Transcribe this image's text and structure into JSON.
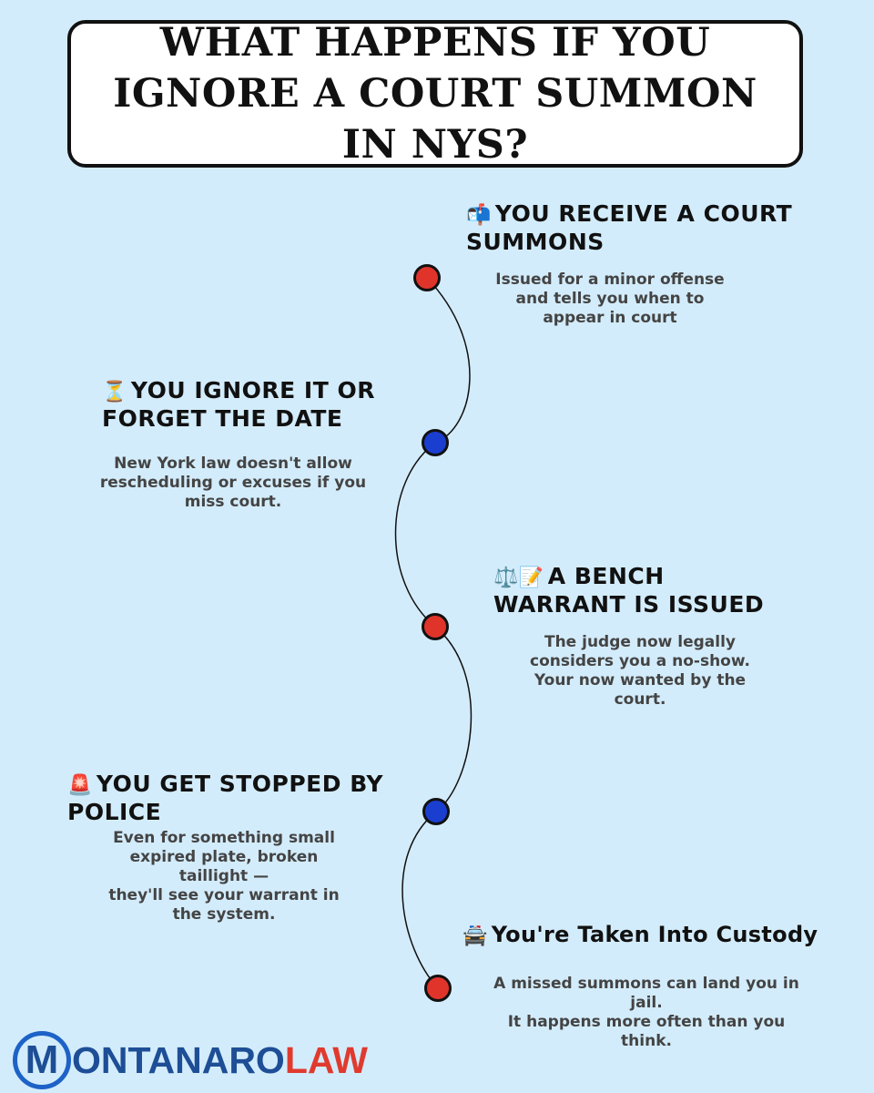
{
  "title": "WHAT HAPPENS IF YOU IGNORE A COURT SUMMON IN NYS?",
  "steps": [
    {
      "icon": "📬",
      "icon_name": "mailbox-icon",
      "heading": "YOU RECEIVE A COURT SUMMONS",
      "description": "Issued for a minor offense\nand tells you when to\nappear in court",
      "dot_color": "#e0342b"
    },
    {
      "icon": "⏳",
      "icon_name": "hourglass-icon",
      "heading": "YOU IGNORE IT OR FORGET THE DATE",
      "description": "New York law doesn't allow\nrescheduling or excuses if you\nmiss court.",
      "dot_color": "#1a3fd0"
    },
    {
      "icon": "⚖️📝",
      "icon_name": "scales-memo-icon",
      "heading": "A BENCH WARRANT IS ISSUED",
      "description": "The judge now legally\nconsiders you a no-show.\nYour now wanted by the\ncourt.",
      "dot_color": "#e0342b"
    },
    {
      "icon": "🚨",
      "icon_name": "police-light-icon",
      "heading": "YOU GET STOPPED BY POLICE",
      "description": "Even for something small\nexpired plate, broken\ntaillight —\nthey'll see your warrant in\nthe system.",
      "dot_color": "#1a3fd0"
    },
    {
      "icon": "🚔",
      "icon_name": "police-car-icon",
      "heading": "You're Taken Into Custody",
      "description": "A missed summons can land you in\njail.\nIt happens more often than you\nthink.",
      "dot_color": "#e0342b"
    }
  ],
  "logo": {
    "initial": "M",
    "rest_blue": "ONTANARO",
    "rest_red": "LAW"
  },
  "colors": {
    "background": "#d3ecfb",
    "red_dot": "#e0342b",
    "blue_dot": "#1a3fd0",
    "logo_blue": "#1d4e96",
    "logo_red": "#e03a2e"
  }
}
